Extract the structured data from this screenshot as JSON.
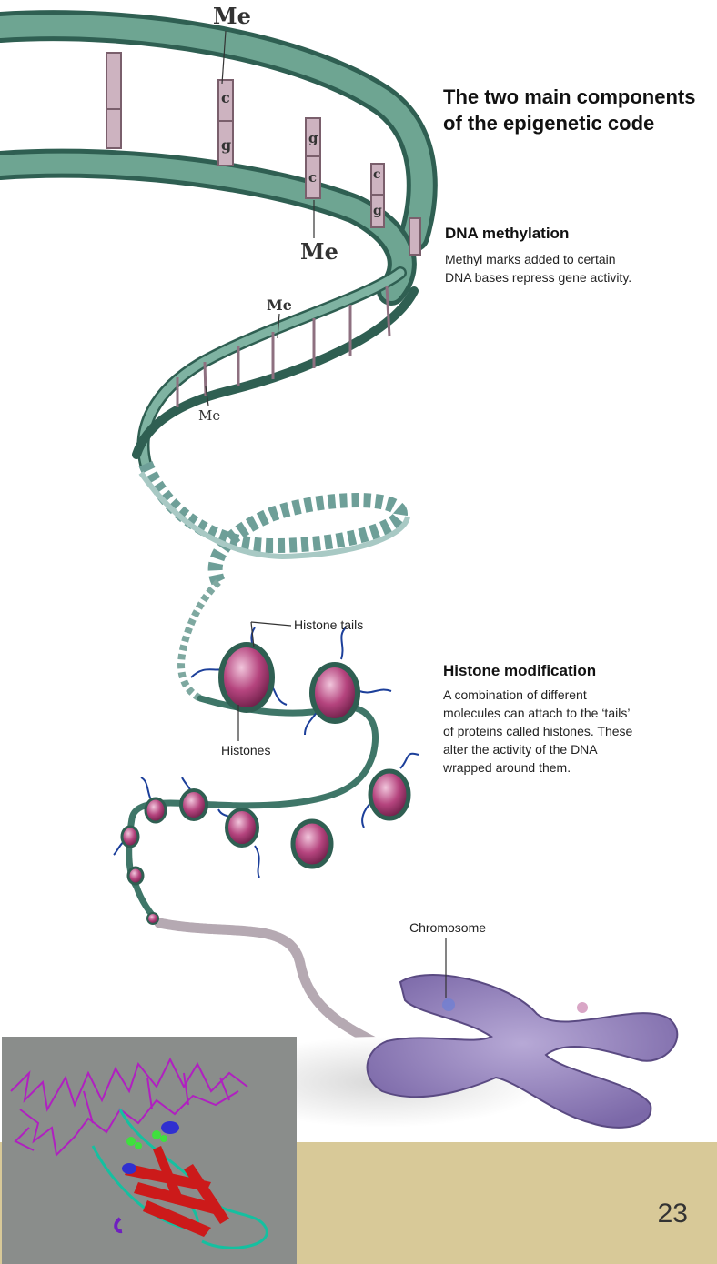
{
  "title_lines": [
    "The two main components",
    "of the epigenetic code"
  ],
  "dna_methylation": {
    "heading": "DNA methylation",
    "lines": [
      "Methyl marks added to certain",
      "DNA bases repress gene activity."
    ]
  },
  "histone_modification": {
    "heading": "Histone modification",
    "lines": [
      "A combination of different",
      "molecules can attach to the ‘tails’",
      "of proteins called histones. These",
      "alter the activity of the DNA",
      "wrapped around them."
    ]
  },
  "labels": {
    "me": "Me",
    "histone_tails": "Histone tails",
    "histones": "Histones",
    "chromosome": "Chromosome"
  },
  "bases": [
    "c",
    "g",
    "g",
    "c",
    "c",
    "g"
  ],
  "page_number": "23",
  "colors": {
    "dna_backbone": "#4f8a78",
    "rung": "#cdb3c0",
    "histone": "#b5447e",
    "tail": "#1c3f9a",
    "chromosome": "#8e7cb8",
    "footer": "#d8c998"
  }
}
